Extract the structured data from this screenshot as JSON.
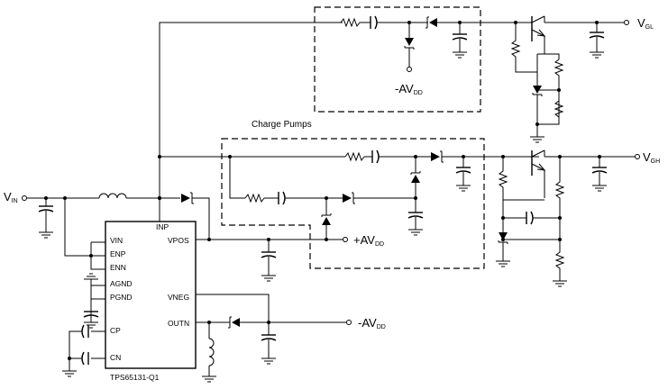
{
  "labels": {
    "vin_main": "V",
    "vin_sub": "IN",
    "vgl_main": "V",
    "vgl_sub": "GL",
    "vgh_main": "V",
    "vgh_sub": "GH",
    "avdd_pos_main": "+AV",
    "avdd_pos_sub": "DD",
    "avdd_neg1_main": "-AV",
    "avdd_neg1_sub": "DD",
    "avdd_neg2_main": "-AV",
    "avdd_neg2_sub": "DD",
    "charge_pumps": "Charge Pumps"
  },
  "ic": {
    "name": "TPS65131-Q1",
    "pins": {
      "inp": "INP",
      "vin": "VIN",
      "enp": "ENP",
      "enn": "ENN",
      "agnd": "AGND",
      "pgnd": "PGND",
      "cp": "CP",
      "cn": "CN",
      "vpos": "VPOS",
      "vneg": "VNEG",
      "outn": "OUTN"
    }
  }
}
